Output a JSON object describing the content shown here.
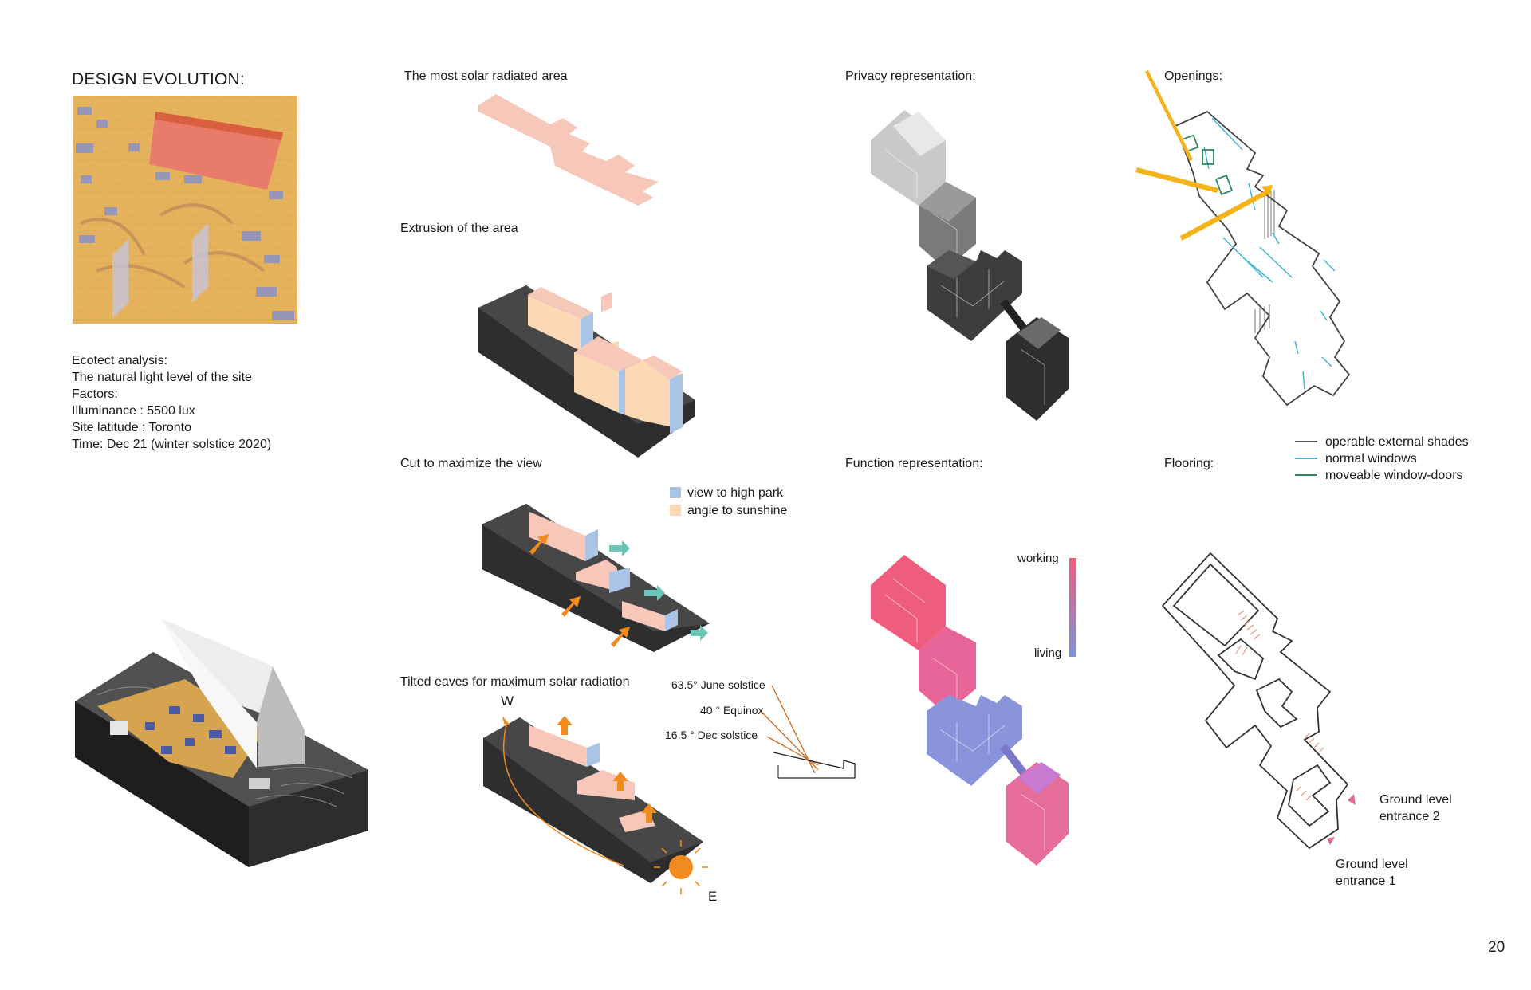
{
  "col1": {
    "title": "DESIGN EVOLUTION:",
    "analysis": [
      "Ecotect analysis:",
      "The natural light level of the site",
      "Factors:",
      "Illuminance : 5500 lux",
      "Site latitude : Toronto",
      "Time: Dec 21 (winter solstice 2020)"
    ]
  },
  "col2": {
    "step1": "The most solar radiated area",
    "step2": "Extrusion of the area",
    "step3": "Cut to maximize the view",
    "legend": {
      "view": "view to high park",
      "sun": "angle to sunshine"
    },
    "step4": "Tilted eaves for maximum solar radiation",
    "compass": {
      "west": "W",
      "east": "E"
    },
    "angles": {
      "june": "63.5° June solstice",
      "equinox": "40 ° Equinox",
      "dec": "16.5 ° Dec solstice"
    }
  },
  "col3": {
    "privacy": "Privacy representation:",
    "function": "Function representation:",
    "scale": {
      "top": "working",
      "bottom": "living"
    }
  },
  "col4": {
    "openings": "Openings:",
    "legend": {
      "shades": "operable external shades",
      "windows": "normal windows",
      "doors": "moveable window-doors"
    },
    "flooring": "Flooring:",
    "entrance2": [
      "Ground level",
      "entrance 2"
    ],
    "entrance1": [
      "Ground level",
      "entrance 1"
    ]
  },
  "page_number": "20",
  "colors": {
    "solar_pink": "#f7c7b9",
    "view_blue": "#a9c4e6",
    "sun_peach": "#fcd9b5",
    "dark_ground": "#3d3d3d",
    "arrow_orange": "#f28a1e",
    "arrow_teal": "#6cc7b9",
    "shade_grey": "#555555",
    "window_cyan": "#3fb8d8",
    "door_green": "#2e8a5a",
    "working_pink": "#ee5d7e",
    "living_blue": "#7e93d6",
    "ray_yellow": "#f5b31a"
  }
}
